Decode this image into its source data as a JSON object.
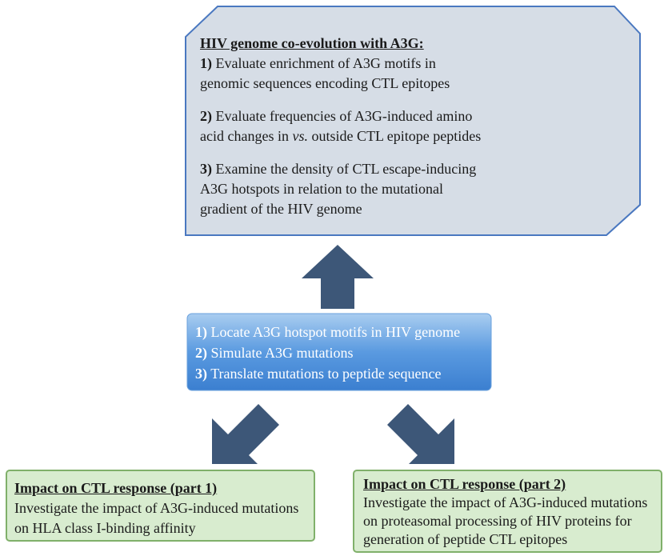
{
  "top_box": {
    "title": "HIV genome co-evolution with A3G:",
    "items": [
      {
        "num": "1)",
        "lines": [
          "Evaluate enrichment of A3G motifs in",
          "genomic sequences encoding CTL epitopes"
        ]
      },
      {
        "num": "2)",
        "lines": [
          "Evaluate frequencies of A3G-induced amino",
          "acid changes in ",
          "vs.",
          " outside CTL epitope peptides"
        ]
      },
      {
        "num": "3)",
        "lines": [
          "Examine the density of CTL escape-inducing",
          "A3G hotspots in relation to the mutational",
          "gradient of the HIV genome"
        ]
      }
    ]
  },
  "middle_box": {
    "items": [
      {
        "num": "1)",
        "text": "Locate A3G hotspot motifs in HIV genome"
      },
      {
        "num": "2)",
        "text": "Simulate A3G mutations"
      },
      {
        "num": "3)",
        "text": "Translate mutations to peptide sequence"
      }
    ]
  },
  "bottom_left": {
    "title": "Impact on CTL response (part 1)",
    "lines": [
      "Investigate the impact of A3G-induced mutations",
      "on  HLA class I-binding affinity"
    ]
  },
  "bottom_right": {
    "title": "Impact on CTL response (part 2)",
    "lines": [
      "Investigate the impact of A3G-induced mutations",
      "on  proteasomal processing of HIV proteins for",
      "generation of peptide CTL epitopes"
    ]
  },
  "colors": {
    "top_fill": "#d6dde6",
    "top_stroke": "#4a78c0",
    "mid_light": "#a9cdf0",
    "mid_dark": "#3b82d4",
    "green_fill": "#d8eccf",
    "green_stroke": "#80b06a",
    "arrow": "#3d5778"
  }
}
